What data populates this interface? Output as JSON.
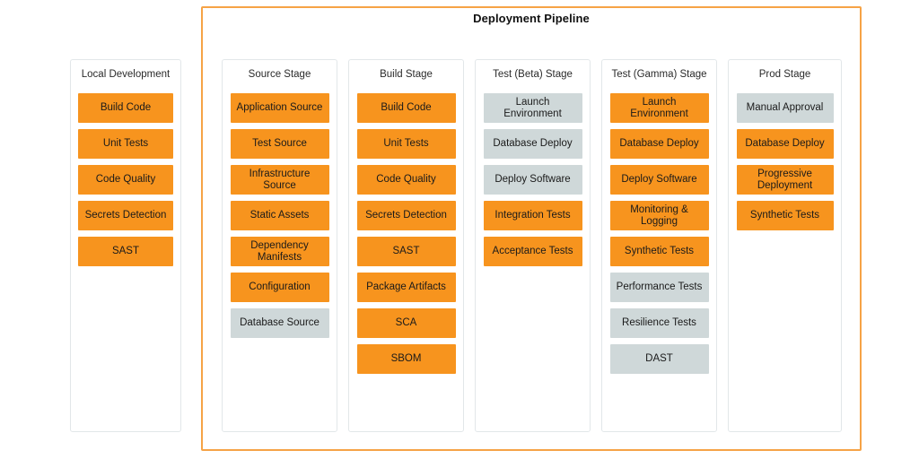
{
  "diagram": {
    "title": "Deployment Pipeline",
    "frame_color": "#f6a346",
    "task_colors": {
      "orange": "#f7941e",
      "gray": "#cfd8d9"
    }
  },
  "columns": [
    {
      "id": "local-development",
      "title": "Local Development",
      "in_pipeline": false,
      "items": [
        {
          "label": "Build Code",
          "color": "orange"
        },
        {
          "label": "Unit Tests",
          "color": "orange"
        },
        {
          "label": "Code Quality",
          "color": "orange"
        },
        {
          "label": "Secrets Detection",
          "color": "orange"
        },
        {
          "label": "SAST",
          "color": "orange"
        }
      ]
    },
    {
      "id": "source-stage",
      "title": "Source Stage",
      "in_pipeline": true,
      "items": [
        {
          "label": "Application Source",
          "color": "orange"
        },
        {
          "label": "Test Source",
          "color": "orange"
        },
        {
          "label": "Infrastructure Source",
          "color": "orange"
        },
        {
          "label": "Static Assets",
          "color": "orange"
        },
        {
          "label": "Dependency Manifests",
          "color": "orange"
        },
        {
          "label": "Configuration",
          "color": "orange"
        },
        {
          "label": "Database Source",
          "color": "gray"
        }
      ]
    },
    {
      "id": "build-stage",
      "title": "Build Stage",
      "in_pipeline": true,
      "items": [
        {
          "label": "Build Code",
          "color": "orange"
        },
        {
          "label": "Unit Tests",
          "color": "orange"
        },
        {
          "label": "Code Quality",
          "color": "orange"
        },
        {
          "label": "Secrets Detection",
          "color": "orange"
        },
        {
          "label": "SAST",
          "color": "orange"
        },
        {
          "label": "Package Artifacts",
          "color": "orange"
        },
        {
          "label": "SCA",
          "color": "orange"
        },
        {
          "label": "SBOM",
          "color": "orange"
        }
      ]
    },
    {
      "id": "test-beta-stage",
      "title": "Test (Beta) Stage",
      "in_pipeline": true,
      "items": [
        {
          "label": "Launch Environment",
          "color": "gray"
        },
        {
          "label": "Database Deploy",
          "color": "gray"
        },
        {
          "label": "Deploy Software",
          "color": "gray"
        },
        {
          "label": "Integration Tests",
          "color": "orange"
        },
        {
          "label": "Acceptance Tests",
          "color": "orange"
        }
      ]
    },
    {
      "id": "test-gamma-stage",
      "title": "Test (Gamma) Stage",
      "in_pipeline": true,
      "items": [
        {
          "label": "Launch Environment",
          "color": "orange"
        },
        {
          "label": "Database Deploy",
          "color": "orange"
        },
        {
          "label": "Deploy Software",
          "color": "orange"
        },
        {
          "label": "Monitoring & Logging",
          "color": "orange"
        },
        {
          "label": "Synthetic Tests",
          "color": "orange"
        },
        {
          "label": "Performance Tests",
          "color": "gray"
        },
        {
          "label": "Resilience Tests",
          "color": "gray"
        },
        {
          "label": "DAST",
          "color": "gray"
        }
      ]
    },
    {
      "id": "prod-stage",
      "title": "Prod Stage",
      "in_pipeline": true,
      "items": [
        {
          "label": "Manual Approval",
          "color": "gray"
        },
        {
          "label": "Database Deploy",
          "color": "orange"
        },
        {
          "label": "Progressive Deployment",
          "color": "orange"
        },
        {
          "label": "Synthetic Tests",
          "color": "orange"
        }
      ]
    }
  ]
}
